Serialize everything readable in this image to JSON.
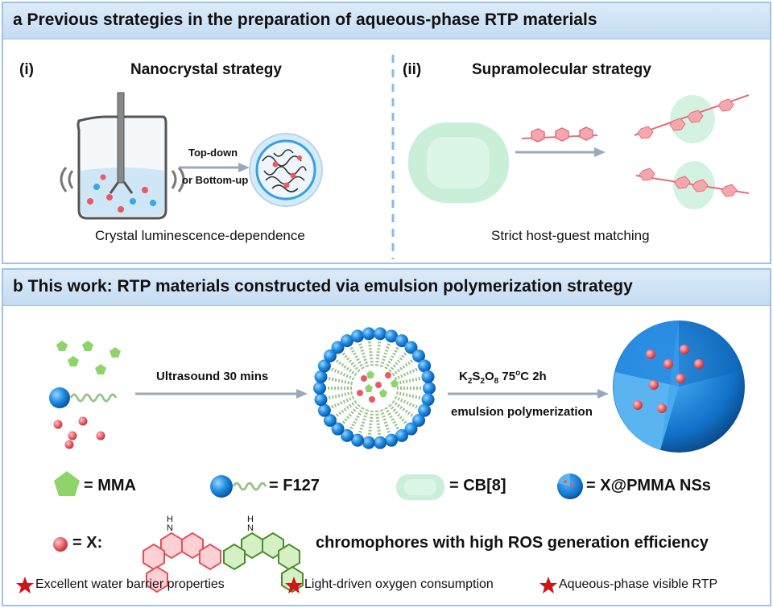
{
  "panel_a": {
    "title": "a Previous strategies in the preparation of aqueous-phase RTP materials",
    "left": {
      "label": "(i)",
      "heading": "Nanocrystal strategy",
      "arrow_top": "Top-down",
      "arrow_bottom": "or Bottom-up",
      "caption": "Crystal luminescence-dependence"
    },
    "right": {
      "label": "(ii)",
      "heading": "Supramolecular strategy",
      "caption": "Strict host-guest matching"
    }
  },
  "panel_b": {
    "title": "b This work: RTP materials constructed via emulsion polymerization strategy",
    "step1": "Ultrasound 30 mins",
    "step2_reagent": "K",
    "step2_sub1": "2",
    "step2_s": "S",
    "step2_sub2": "2",
    "step2_o": "O",
    "step2_sub3": "8",
    "step2_temp": "75",
    "step2_deg": "o",
    "step2_rest": "C  2h",
    "step2_label": "emulsion polymerization",
    "legend": {
      "mma": "= MMA",
      "f127": "= F127",
      "cb8": "= CB[8]",
      "nss": "= X@PMMA NSs",
      "x": "= X:",
      "nh1": "N",
      "h1": "H",
      "nh2": "N",
      "h2": "H",
      "chromophores": "chromophores with high ROS generation efficiency"
    },
    "features": [
      "Excellent water barrier properties",
      "Light-driven oxygen consumption",
      "Aqueous-phase visible RTP"
    ]
  },
  "colors": {
    "header_bg": "#c9dff3",
    "panel_border": "#9fc3e6",
    "pentagon": "#8fd46b",
    "sphere_blue": "#1e8fe0",
    "particle_red": "#e85a63",
    "chain_green": "#9bc38a",
    "star_red": "#d0141c"
  }
}
